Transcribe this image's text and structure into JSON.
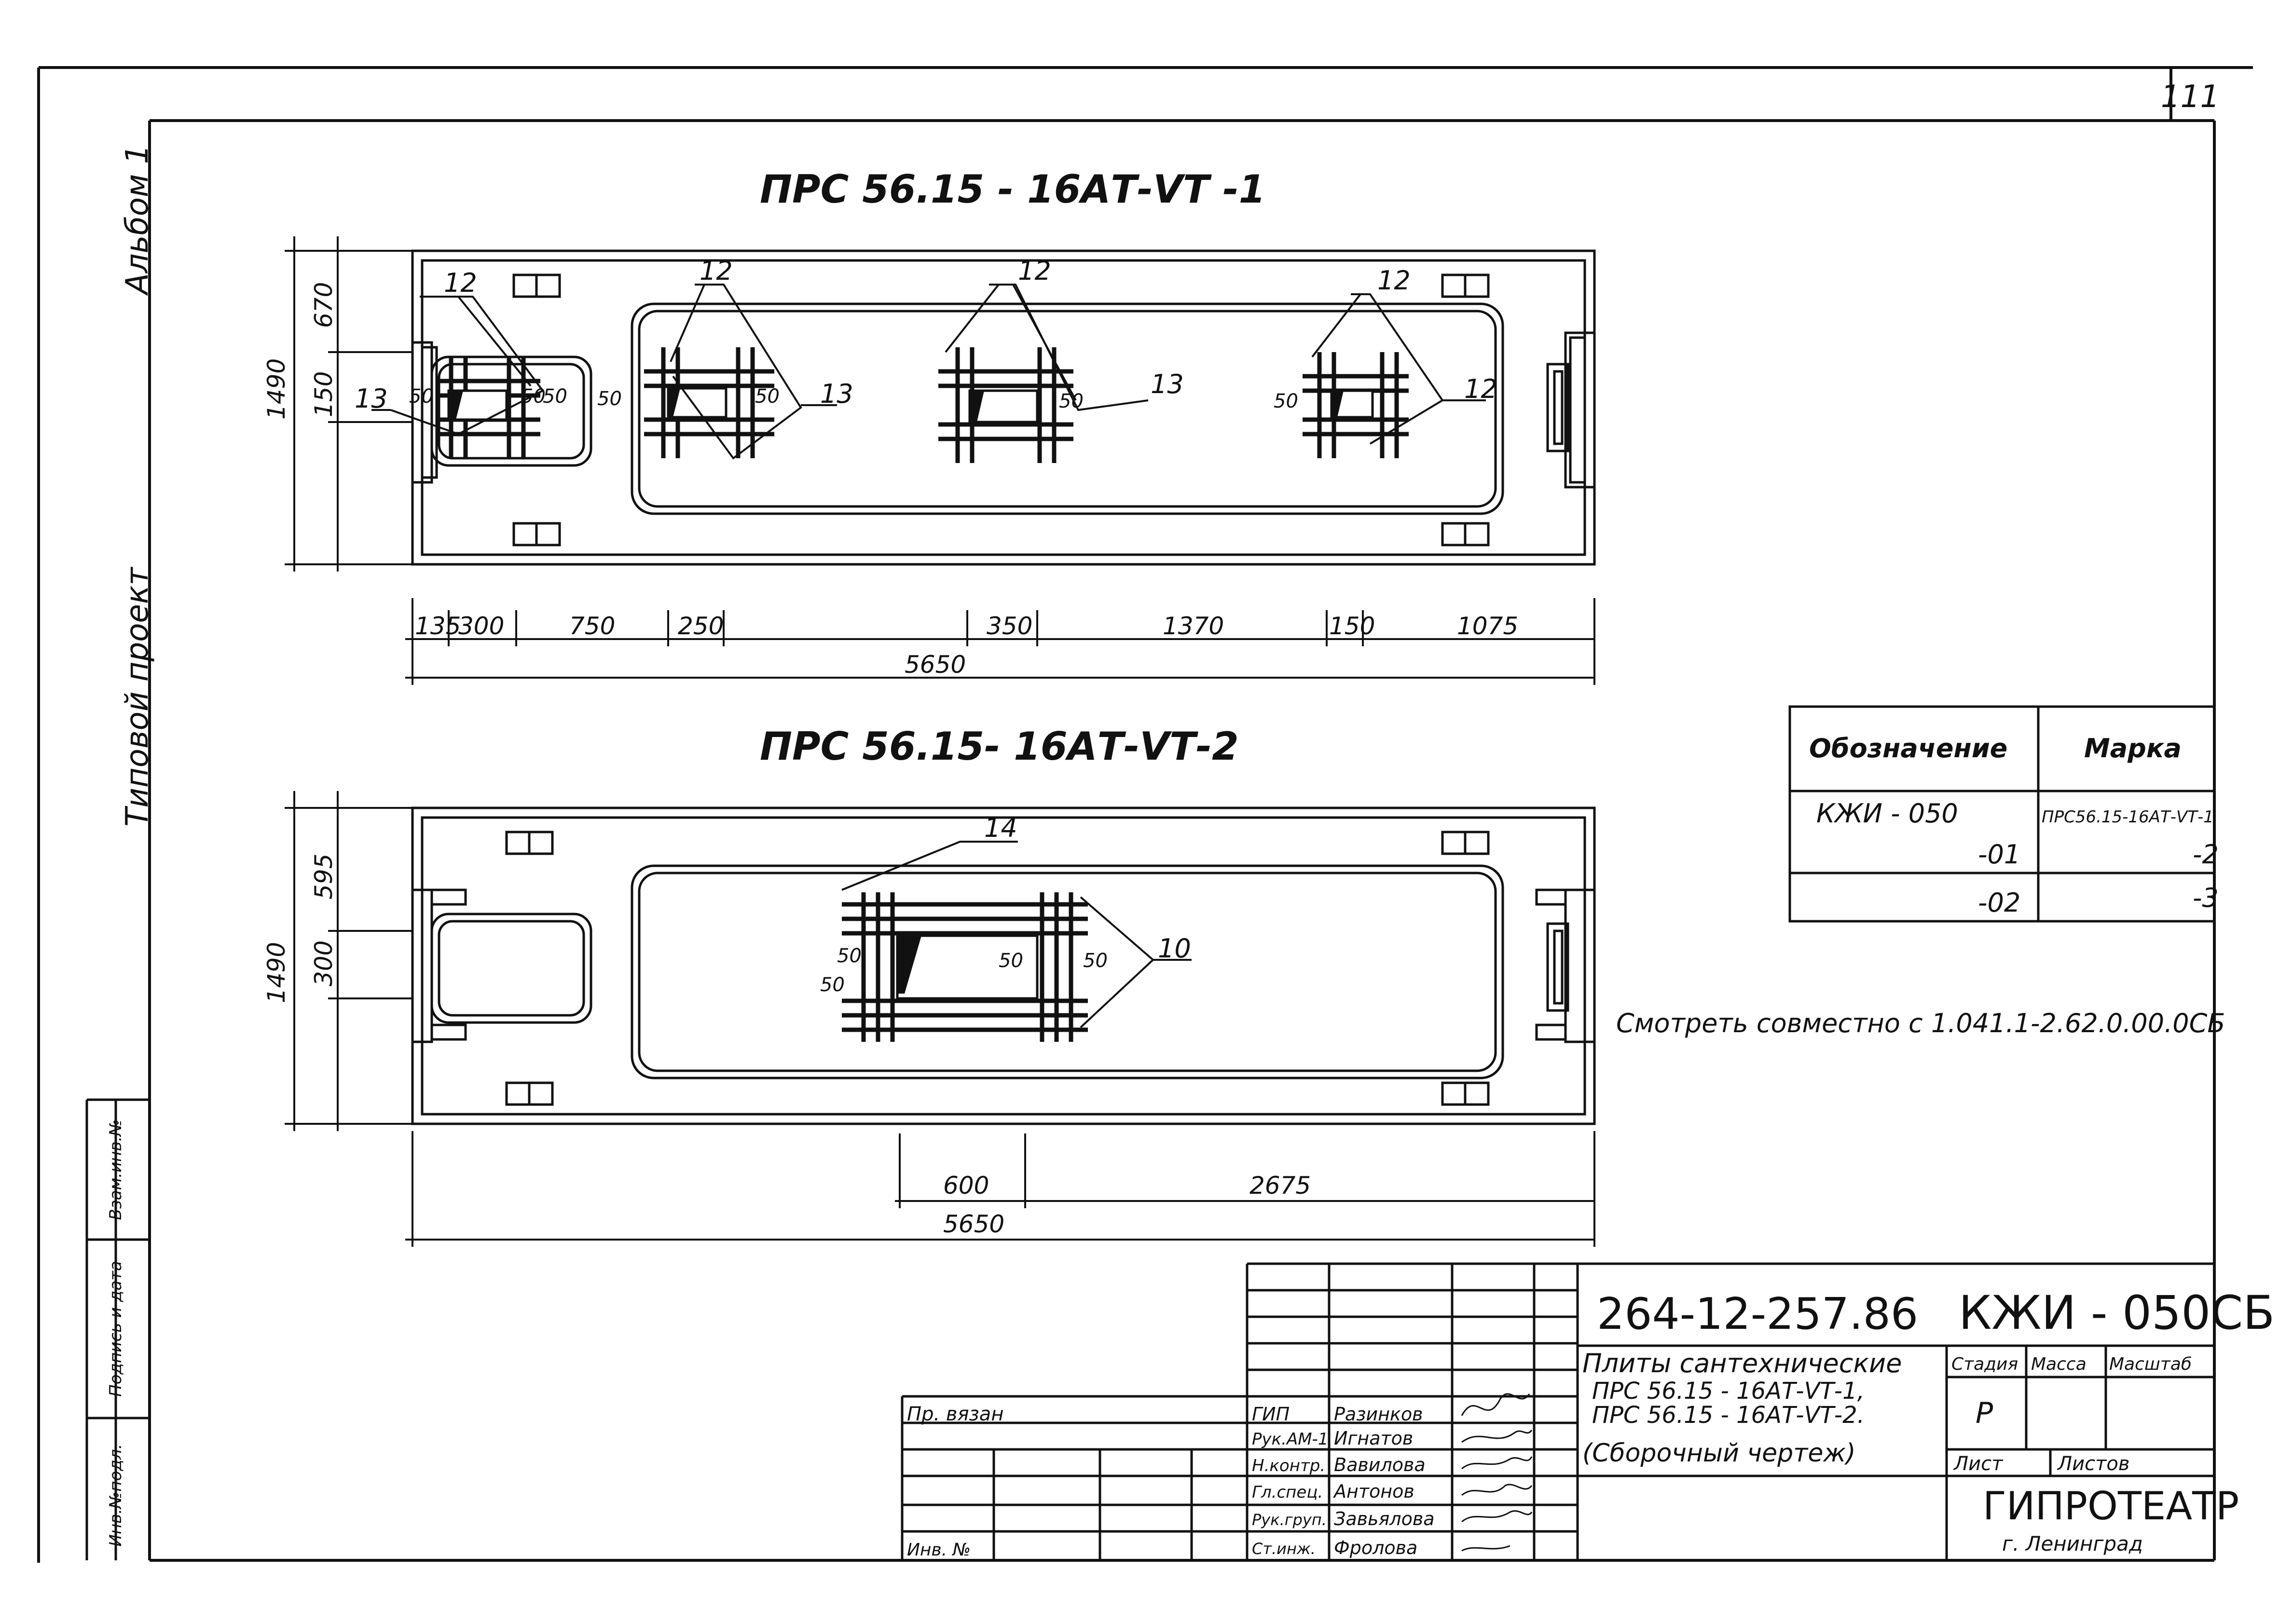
{
  "sheet_number": "111",
  "side_labels": {
    "album": "Альбом 1",
    "project": "Типовой   проект",
    "stamp_inv_no": "Инв.№подл.",
    "stamp_signature": "Подпись и дата",
    "stamp_vzam": "Взам.инв.№"
  },
  "drawing1": {
    "title": "ПРС 56.15 - 16АТ-ⅤТ -1",
    "dim_height": "1490",
    "dim_upper": "670",
    "dim_opening": "150",
    "bottom_dims": [
      "135",
      "300",
      "750",
      "250",
      "350",
      "1370",
      "150",
      "1075"
    ],
    "total_length": "5650",
    "callouts": [
      "12",
      "12",
      "12",
      "12",
      "13",
      "13",
      "13",
      "12"
    ],
    "rebar_dims": [
      "50",
      "50",
      "50",
      "50",
      "50",
      "50",
      "50"
    ]
  },
  "drawing2": {
    "title": "ПРС 56.15- 16АТ-ⅤТ-2",
    "dim_height": "1490",
    "dim_upper": "595",
    "dim_opening": "300",
    "bottom_dims": [
      "600",
      "2675"
    ],
    "total_length": "5650",
    "callouts": [
      "14",
      "10"
    ],
    "rebar_dims": [
      "50",
      "50",
      "50",
      "50"
    ]
  },
  "marks_table": {
    "headers": [
      "Обозначение",
      "Марка"
    ],
    "rows": [
      {
        "designation": "КЖИ - 050",
        "mark": "ПРС56.15-16АТ-ⅤТ-1"
      },
      {
        "designation": "-01",
        "mark": "-2"
      },
      {
        "designation": "-02",
        "mark": "-3"
      }
    ]
  },
  "note": "Смотреть совместно с  1.041.1-2.62.0.00.0СБ",
  "title_block": {
    "project_code": "264-12-257.86",
    "doc_code": "КЖИ - 050СБ",
    "title_lines": [
      "Плиты сантехнические",
      "ПРС 56.15 - 16АТ-ⅤТ-1,",
      "ПРС 56.15 - 16АТ-ⅤТ-2.",
      "(Сборочный    чертеж)"
    ],
    "col_stage": "Стадия",
    "col_mass": "Масса",
    "col_scale": "Масштаб",
    "stage": "Р",
    "sheet_label": "Лист",
    "sheets_label": "Листов",
    "org": "ГИПРОТЕАТР",
    "city": "г. Ленинград",
    "privyazan": "Пр. вязан",
    "inv_no": "Инв. №",
    "roles": [
      "ГИП",
      "Рук.АМ-1",
      "Н.контр.",
      "Гл.спец.",
      "Рук.груп.",
      "Ст.инж."
    ],
    "names": [
      "Разинков",
      "Игнатов",
      "Вавилова",
      "Антонов",
      "Завьялова",
      "Фролова"
    ]
  }
}
